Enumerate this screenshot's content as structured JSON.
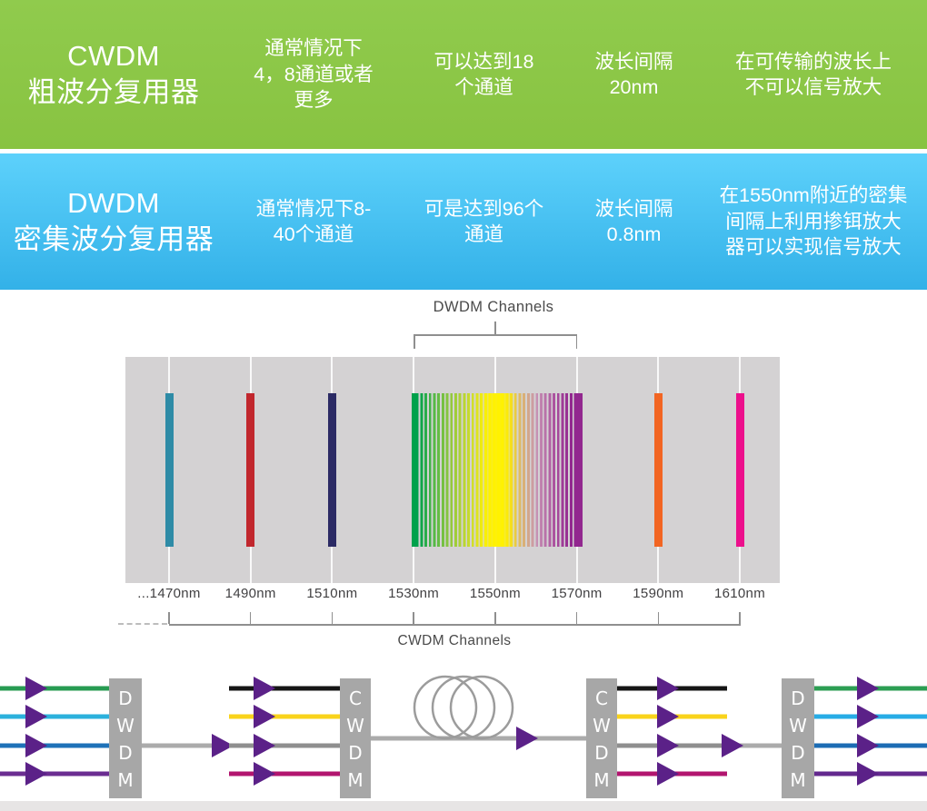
{
  "comparison_table": {
    "rows": [
      {
        "name": "CWDM",
        "bg_top": "#90cb4d",
        "bg_bottom": "#88c341",
        "cells": [
          "CWDM\n粗波分复用器",
          "通常情况下\n4，8通道或者\n更多",
          "可以达到18\n个通道",
          "波长间隔\n20nm",
          "在可传输的波长上\n不可以信号放大"
        ]
      },
      {
        "name": "DWDM",
        "bg_top": "#5dd1fb",
        "bg_bottom": "#33b1e8",
        "cells": [
          "DWDM\n密集波分复用器",
          "通常情况下8-\n40个通道",
          "可是达到96个\n通道",
          "波长间隔\n0.8nm",
          "在1550nm附近的密集\n间隔上利用掺铒放大\n器可以实现信号放大"
        ]
      }
    ]
  },
  "spectrum": {
    "dwdm_channels_label": "DWDM Channels",
    "cwdm_channels_label": "CWDM Channels",
    "band_bg": "#d4d2d3",
    "channels": [
      {
        "label": "...1470nm",
        "bar_color": "#2e8ba6"
      },
      {
        "label": "1490nm",
        "bar_color": "#c1272d"
      },
      {
        "label": "1510nm",
        "bar_color": "#2b2a64"
      },
      {
        "label": "1530nm",
        "bar_color": null
      },
      {
        "label": "1550nm",
        "bar_color": null
      },
      {
        "label": "1570nm",
        "bar_color": null
      },
      {
        "label": "1590nm",
        "bar_color": "#f26522"
      },
      {
        "label": "1610nm",
        "bar_color": "#ec108c"
      }
    ],
    "dwdm_band": {
      "from": "1530nm",
      "to": "1570nm",
      "gradient": [
        "#00a14b",
        "#8dc63f",
        "#fff200",
        "#ddb768",
        "#aa4f9e",
        "#92278f"
      ]
    }
  },
  "flow_diagram": {
    "devices": [
      "DWDM",
      "CWDM",
      "CWDM",
      "DWDM"
    ],
    "input_line_colors": [
      "#279b52",
      "#2bb1dc",
      "#1e72b8",
      "#6b2d91"
    ],
    "cwdm_line_colors": [
      "#161616",
      "#f9d31b",
      "#8f8f8f",
      "#b2156f"
    ],
    "output_line_colors": [
      "#2c9e53",
      "#27ace6",
      "#1c6cb4",
      "#63298e"
    ],
    "arrow_color": "#5b2188",
    "trunk_color": "#ababab",
    "device_box_color": "#a7a7a7",
    "device_label_color": "#ffffff",
    "coil_icon": "fiber-coil-icon",
    "coil_color": "#9c9c9c"
  },
  "bottom_strip_color": "#e7e5e5"
}
